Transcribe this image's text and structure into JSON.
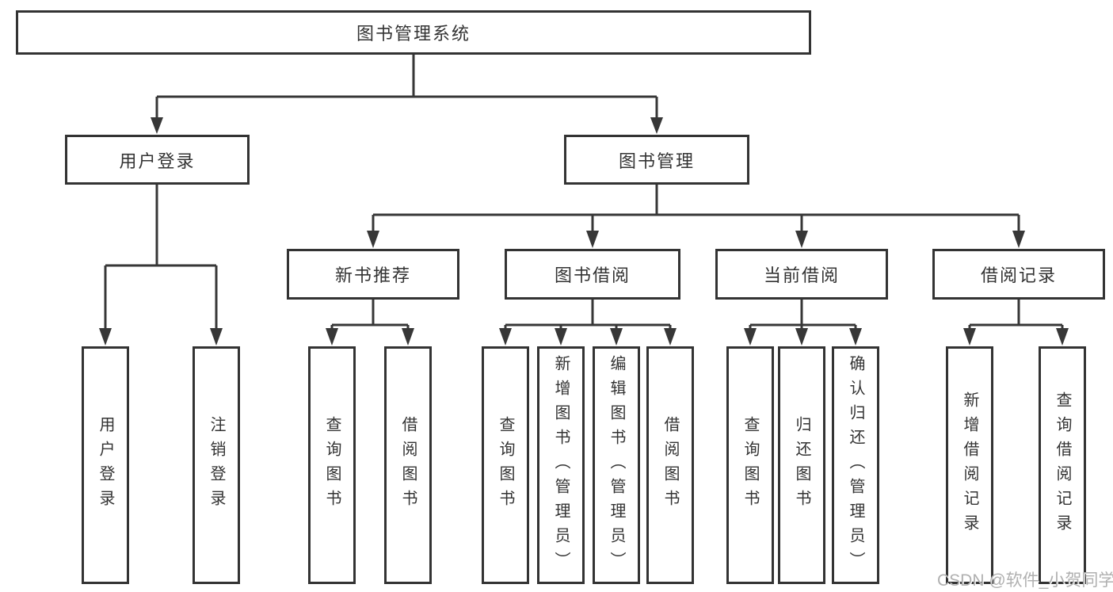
{
  "diagram": {
    "root": {
      "label": "图书管理系统"
    },
    "level2": [
      {
        "label": "用户登录",
        "parent": "图书管理系统"
      },
      {
        "label": "图书管理",
        "parent": "图书管理系统"
      }
    ],
    "level3": [
      {
        "label": "新书推荐",
        "parent": "图书管理"
      },
      {
        "label": "图书借阅",
        "parent": "图书管理"
      },
      {
        "label": "当前借阅",
        "parent": "图书管理"
      },
      {
        "label": "借阅记录",
        "parent": "图书管理"
      }
    ],
    "leaves": [
      {
        "label": "用户登录",
        "parent": "用户登录"
      },
      {
        "label": "注销登录",
        "parent": "用户登录"
      },
      {
        "label": "查询图书",
        "parent": "新书推荐"
      },
      {
        "label": "借阅图书",
        "parent": "新书推荐"
      },
      {
        "label": "查询图书",
        "parent": "图书借阅"
      },
      {
        "label": "新增图书（管理员）",
        "parent": "图书借阅"
      },
      {
        "label": "编辑图书（管理员）",
        "parent": "图书借阅"
      },
      {
        "label": "借阅图书",
        "parent": "图书借阅"
      },
      {
        "label": "查询图书",
        "parent": "当前借阅"
      },
      {
        "label": "归还图书",
        "parent": "当前借阅"
      },
      {
        "label": "确认归还（管理员）",
        "parent": "当前借阅"
      },
      {
        "label": "新增借阅记录",
        "parent": "借阅记录"
      },
      {
        "label": "查询借阅记录",
        "parent": "借阅记录"
      }
    ]
  },
  "watermark": {
    "text": "CSDN @软件_小贺同学"
  },
  "colors": {
    "line": "#373737",
    "text": "#333333",
    "background": "#ffffff",
    "watermark": "#b0b0b0"
  }
}
